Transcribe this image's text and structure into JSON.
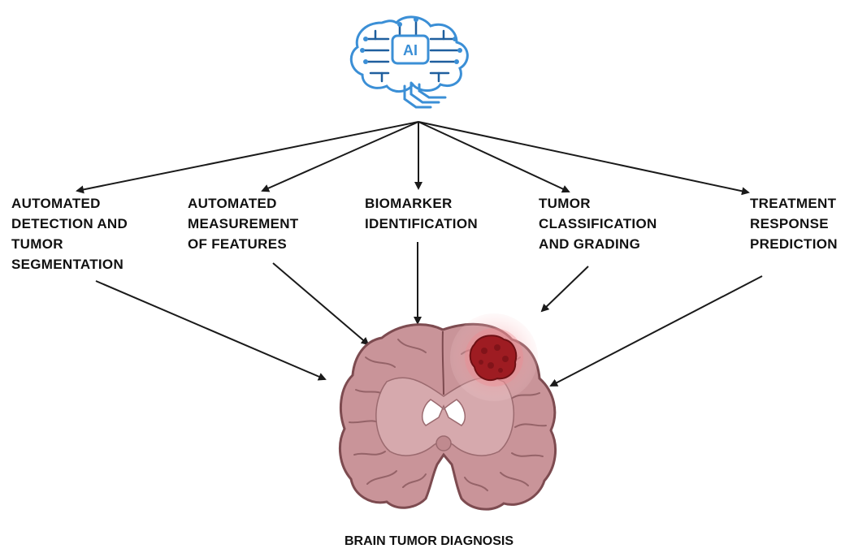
{
  "ai_badge": "AI",
  "colors": {
    "ai_blue": "#3b8fd6",
    "ai_dark": "#1f5f9e",
    "brain_fill": "#c99499",
    "brain_stroke": "#7d4b50",
    "tumor": "#9e1c22",
    "arrow": "#1a1a1a"
  },
  "categories": [
    {
      "lines": [
        "AUTOMATED",
        "DETECTION AND",
        "TUMOR",
        "SEGMENTATION"
      ]
    },
    {
      "lines": [
        "AUTOMATED",
        "MEASUREMENT",
        "OF FEATURES"
      ]
    },
    {
      "lines": [
        "BIOMARKER",
        "IDENTIFICATION"
      ]
    },
    {
      "lines": [
        "TUMOR",
        "CLASSIFICATION",
        "AND GRADING"
      ]
    },
    {
      "lines": [
        "TREATMENT",
        "RESPONSE",
        "PREDICTION"
      ]
    }
  ],
  "footer": "BRAIN TUMOR DIAGNOSIS"
}
